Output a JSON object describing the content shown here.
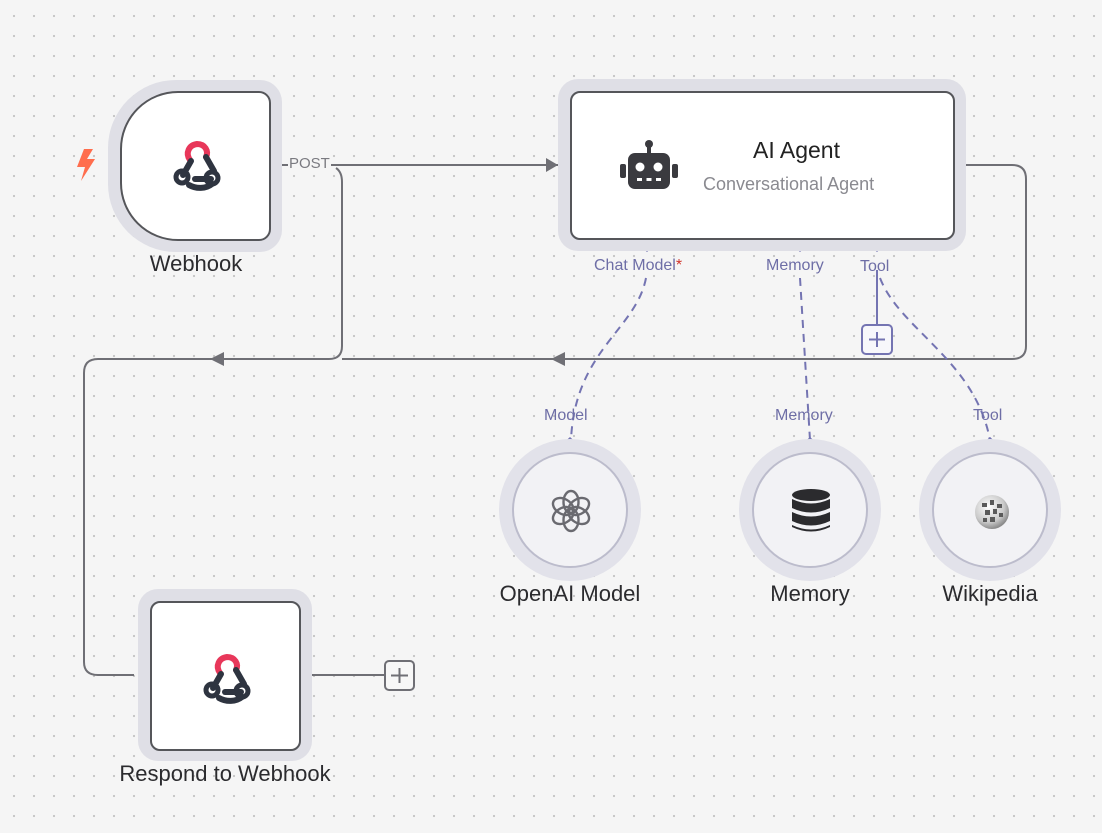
{
  "canvas": {
    "accent_color": "#7474b2",
    "edge_color": "#6f6f75",
    "trigger_color": "#ff6d4d"
  },
  "nodes": {
    "webhook": {
      "label": "Webhook",
      "icon": "webhook-icon",
      "trigger_icon": "lightning-bolt-icon"
    },
    "ai_agent": {
      "title": "AI Agent",
      "subtitle": "Conversational Agent",
      "icon": "robot-icon"
    },
    "respond_to_webhook": {
      "label": "Respond to Webhook",
      "icon": "webhook-icon"
    },
    "openai_model": {
      "label": "OpenAI Model",
      "icon": "openai-icon"
    },
    "memory": {
      "label": "Memory",
      "icon": "database-icon"
    },
    "wikipedia": {
      "label": "Wikipedia",
      "icon": "wikipedia-globe-icon"
    }
  },
  "connections": {
    "webhook_output_label": "POST"
  },
  "agent_handles": {
    "chat_model": "Chat Model",
    "chat_model_required": "*",
    "memory": "Memory",
    "tool": "Tool"
  },
  "sub_node_handles": {
    "model": "Model",
    "memory": "Memory",
    "tool": "Tool"
  }
}
